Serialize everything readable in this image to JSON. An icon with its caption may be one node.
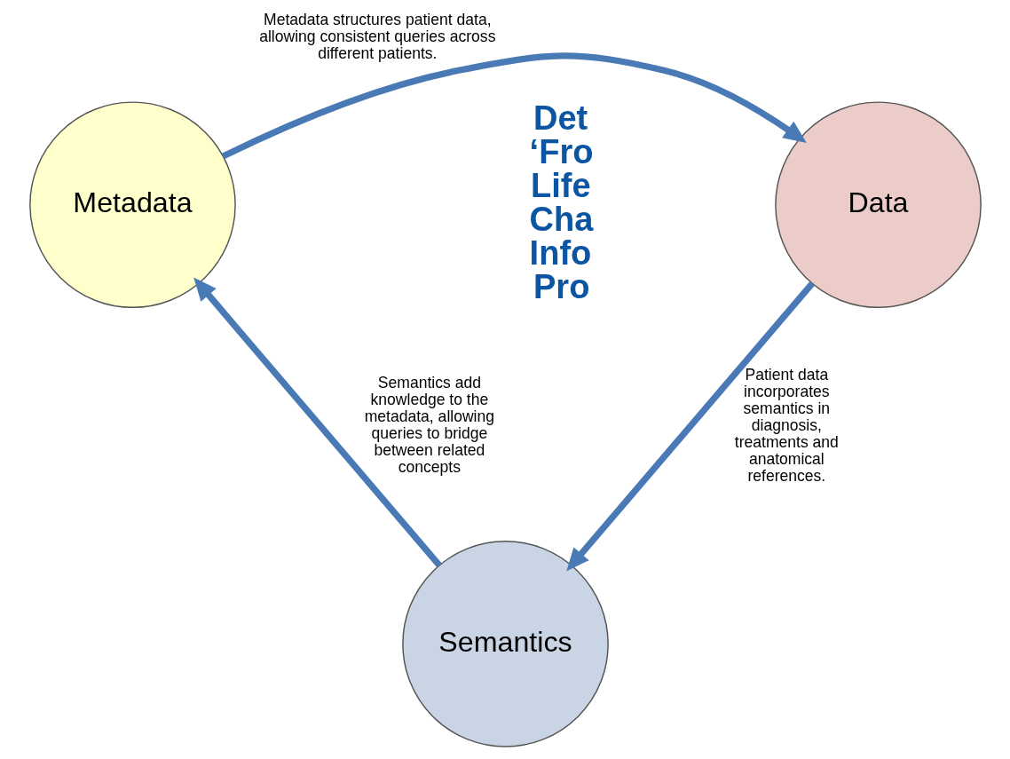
{
  "diagram": {
    "nodes": [
      {
        "text": [
          "Data"
        ]
      },
      {
        "text": [
          "Metadata"
        ]
      },
      {
        "text": [
          "Semantics"
        ]
      }
    ],
    "edges": [
      {
        "from": 1,
        "to": 0,
        "arrow": "to",
        "label": "Metadata structures patient data, allowing consistent queries across different patients."
      },
      {
        "from": 0,
        "to": 2,
        "arrow": "to",
        "label": "Patient data incorporates semantics in diagnosis, treatments and anatomical references."
      },
      {
        "from": 2,
        "to": 1,
        "arrow": "to",
        "label": "Semantics add knowledge to the metadata, allowing queries to bridge between related concepts"
      }
    ],
    "labels": [
      "Det ‘Fro Life Cha Info Pro"
    ]
  }
}
